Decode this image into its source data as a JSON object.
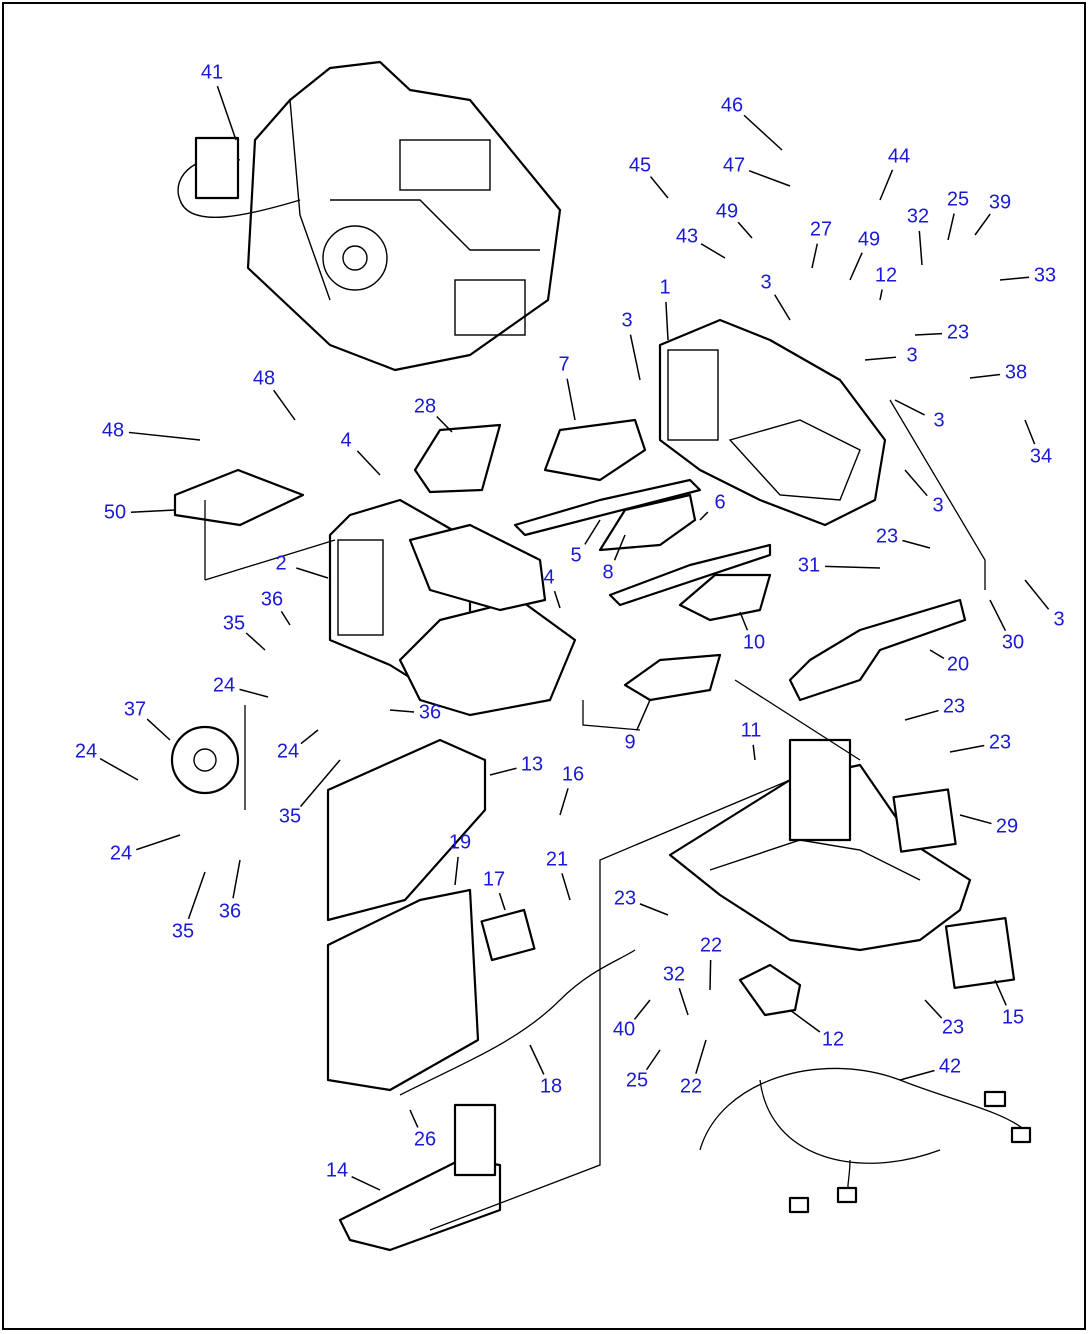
{
  "colors": {
    "callout": "#1a1ad6",
    "line": "#000000",
    "background": "#ffffff"
  },
  "callouts": [
    "41",
    "46",
    "45",
    "47",
    "44",
    "49",
    "27",
    "49",
    "25",
    "39",
    "32",
    "43",
    "33",
    "12",
    "3",
    "1",
    "23",
    "3",
    "3",
    "7",
    "38",
    "48",
    "48",
    "28",
    "4",
    "3",
    "34",
    "50",
    "3",
    "6",
    "23",
    "31",
    "2",
    "5",
    "8",
    "3",
    "36",
    "4",
    "35",
    "10",
    "30",
    "20",
    "24",
    "37",
    "36",
    "24",
    "9",
    "23",
    "11",
    "23",
    "13",
    "24",
    "16",
    "35",
    "29",
    "24",
    "21",
    "19",
    "17",
    "23",
    "36",
    "35",
    "22",
    "32",
    "40",
    "12",
    "15",
    "23",
    "25",
    "22",
    "42",
    "18",
    "26",
    "14"
  ]
}
